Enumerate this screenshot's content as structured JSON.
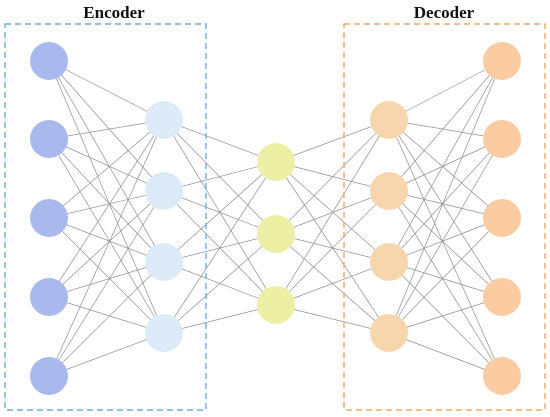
{
  "groups": {
    "encoder": {
      "title": "Encoder",
      "color": "#6aaed6"
    },
    "decoder": {
      "title": "Decoder",
      "color": "#f0a868"
    }
  },
  "layers": [
    {
      "name": "input",
      "nodes": 5,
      "fill": "#a9b9ee"
    },
    {
      "name": "encoder-hidden",
      "nodes": 4,
      "fill": "#dcebf7"
    },
    {
      "name": "latent",
      "nodes": 3,
      "fill": "#ecefa4"
    },
    {
      "name": "decoder-hidden",
      "nodes": 4,
      "fill": "#f8d6ad"
    },
    {
      "name": "output",
      "nodes": 5,
      "fill": "#fbcba2"
    }
  ],
  "edge_color": "#8f8f8f"
}
